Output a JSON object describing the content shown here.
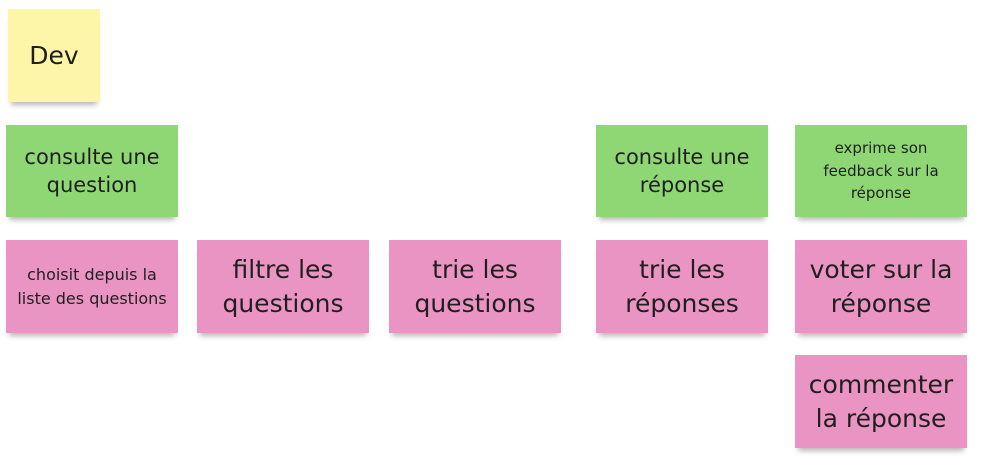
{
  "board": {
    "actor": {
      "label": "Dev",
      "color": "#fdf6a8"
    },
    "activities": [
      {
        "id": "consult-question",
        "label": "consulte une question",
        "color": "#8fd774"
      },
      {
        "id": "consult-response",
        "label": "consulte une réponse",
        "color": "#8fd774"
      },
      {
        "id": "feedback-response",
        "label": "exprime son feedback sur la réponse",
        "color": "#8fd774"
      }
    ],
    "tasks": [
      {
        "id": "choose-from-list",
        "label": "choisit depuis la liste des questions",
        "color": "#ea94c4"
      },
      {
        "id": "filter-questions",
        "label": "filtre les questions",
        "color": "#ea94c4"
      },
      {
        "id": "sort-questions",
        "label": "trie les questions",
        "color": "#ea94c4"
      },
      {
        "id": "sort-responses",
        "label": "trie les réponses",
        "color": "#ea94c4"
      },
      {
        "id": "vote-response",
        "label": "voter sur la réponse",
        "color": "#ea94c4"
      },
      {
        "id": "comment-response",
        "label": "commenter la réponse",
        "color": "#ea94c4"
      }
    ]
  }
}
